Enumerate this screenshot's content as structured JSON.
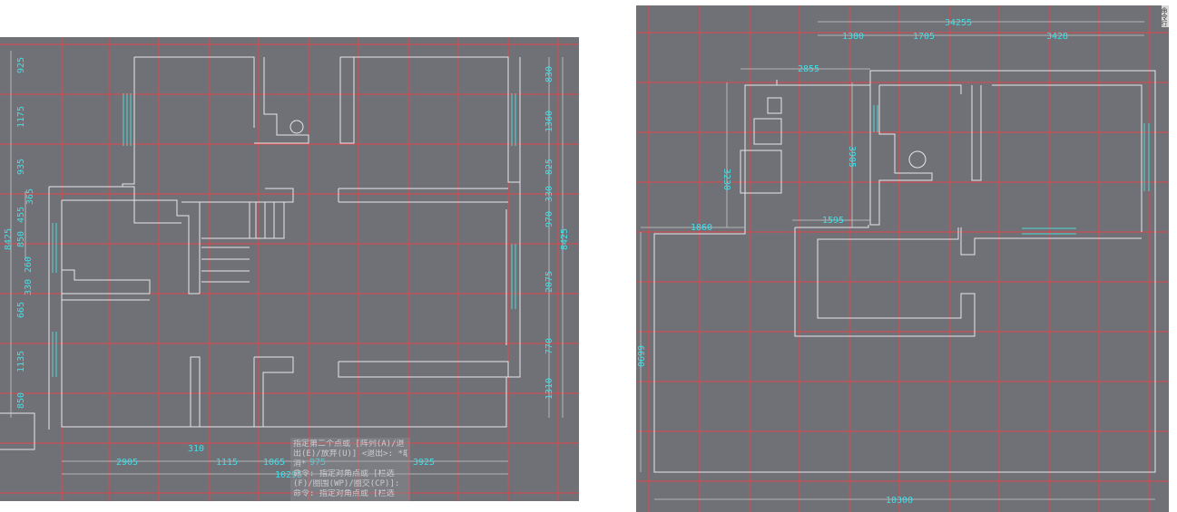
{
  "left_drawing": {
    "dimensions": {
      "left_side": [
        "925",
        "1175",
        "935",
        "455",
        "850",
        "260",
        "330",
        "665",
        "1135",
        "850"
      ],
      "left_total": "8425",
      "left_inner": "365",
      "right_side": [
        "830",
        "1360",
        "825",
        "330",
        "970",
        "2075",
        "770",
        "1310"
      ],
      "right_total": "8425",
      "bottom": [
        "2905",
        "1115",
        "1065",
        "975",
        "3925"
      ],
      "bottom_top": "310",
      "bottom_total": "10295"
    },
    "command_overlay": [
      "指定第二个点或 [阵列(A)/退",
      "出(E)/放弃(U)] <退出>: *取",
      "消*",
      "命令: 指定对角点或 [栏选",
      "(F)/圈围(WP)/圈交(CP)]:",
      "命令: 指定对角点或 [栏选"
    ]
  },
  "right_drawing": {
    "dimensions": {
      "top_total": "34255",
      "top_segments": [
        "1380",
        "1705",
        "3428"
      ],
      "upper_left": "2855",
      "vertical_a": "3230",
      "vertical_b": "3905",
      "left_step": "1860",
      "middle": "1595",
      "left_total": "6690",
      "bottom_total": "10300"
    },
    "edge_label": "命令行"
  },
  "colors": {
    "background": "#6f7177",
    "grid": "#e0454a",
    "walls": "#e8e8e8",
    "dimension_text": "#3fe0e8",
    "window_lines": "#53d6d6"
  }
}
